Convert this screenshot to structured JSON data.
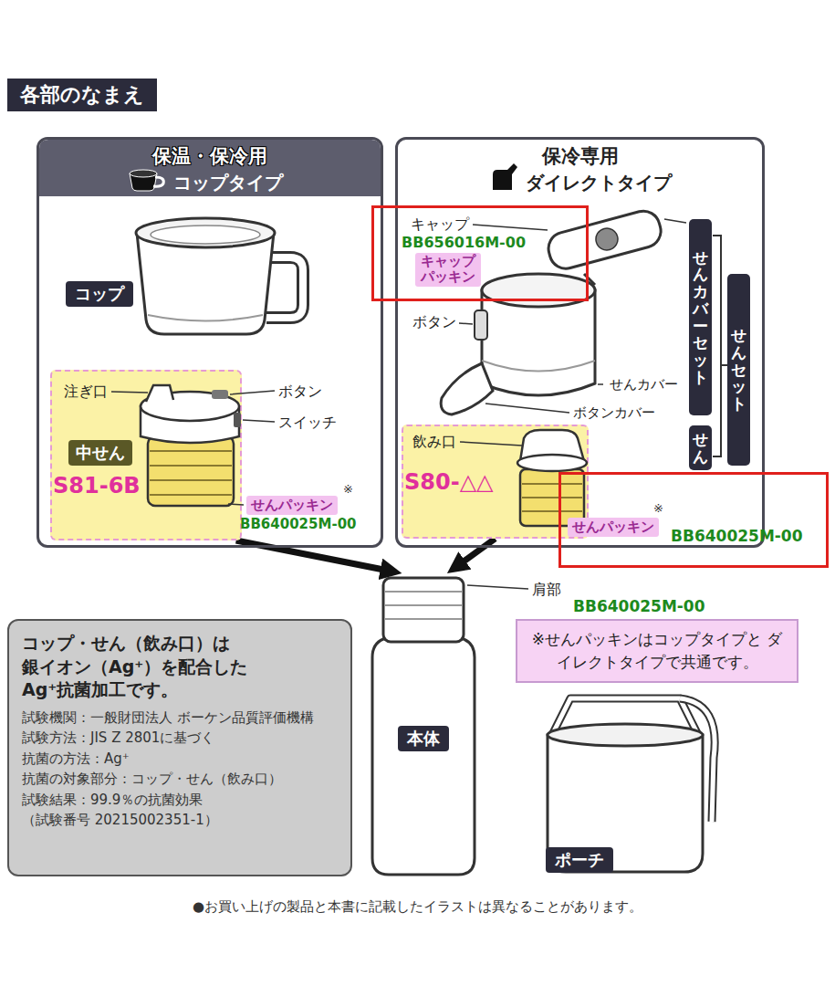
{
  "diagram": {
    "title": "各部のなまえ",
    "caption": "●お買い上げの製品と本書に記載したイラストは異なることがあります。",
    "nodes": [
      {
        "text": [
          "保温・保冷用",
          "コップタイプ"
        ]
      },
      {
        "text": [
          "コップ"
        ],
        "in": 0
      },
      {
        "text": [
          "S81-6B"
        ],
        "in": 0
      },
      {
        "text": [
          "中せん"
        ],
        "in": 2
      },
      {
        "text": [
          "せんパッキン"
        ],
        "in": 0
      },
      {
        "text": [
          "保冷専用",
          "ダイレクトタイプ"
        ]
      },
      {
        "text": [
          "せんカバーセット"
        ],
        "in": 5
      },
      {
        "text": [
          "せんセット"
        ],
        "in": 5
      },
      {
        "text": [
          "飲み口",
          "S80-△△"
        ],
        "in": 5
      },
      {
        "text": [
          "せん"
        ],
        "in": 5
      },
      {
        "text": [
          "キャップ",
          "BB656016M-00"
        ]
      },
      {
        "text": [
          "キャップ パッキン"
        ],
        "in": 10
      },
      {
        "text": [
          "BB640025M-00"
        ]
      },
      {
        "text": [
          "せんパッキン"
        ],
        "in": 12
      },
      {
        "text": [
          "コップ・せん（飲み口）は 銀イオン（Ag⁺）を配合した Ag⁺抗菌加工です。",
          "試験機関：一般財団法人 ボーケン品質評価機構",
          "試験方法：JIS Z 2801に基づく",
          "抗菌の方法：Ag⁺",
          "抗菌の対象部分：コップ・せん（飲み口）",
          "試験結果：99.9％の抗菌効果",
          "（試験番号 20215002351-1）"
        ]
      },
      {
        "text": [
          "本体"
        ]
      },
      {
        "text": [
          "※せんパッキンはコップタイプと ダイレクトタイプで共通です。"
        ]
      },
      {
        "text": [
          "ポーチ"
        ]
      }
    ],
    "edges": [
      {
        "from": 2,
        "to": 15,
        "arrow": "to"
      },
      {
        "from": 8,
        "to": 15,
        "arrow": "to"
      }
    ],
    "labels": [
      "注ぎ口",
      "ボタン",
      "スイッチ",
      "※",
      "BB640025M-00",
      "ボタン",
      "せんカバー",
      "ボタンカバー",
      "※",
      "肩部",
      "BB640025M-00"
    ]
  }
}
